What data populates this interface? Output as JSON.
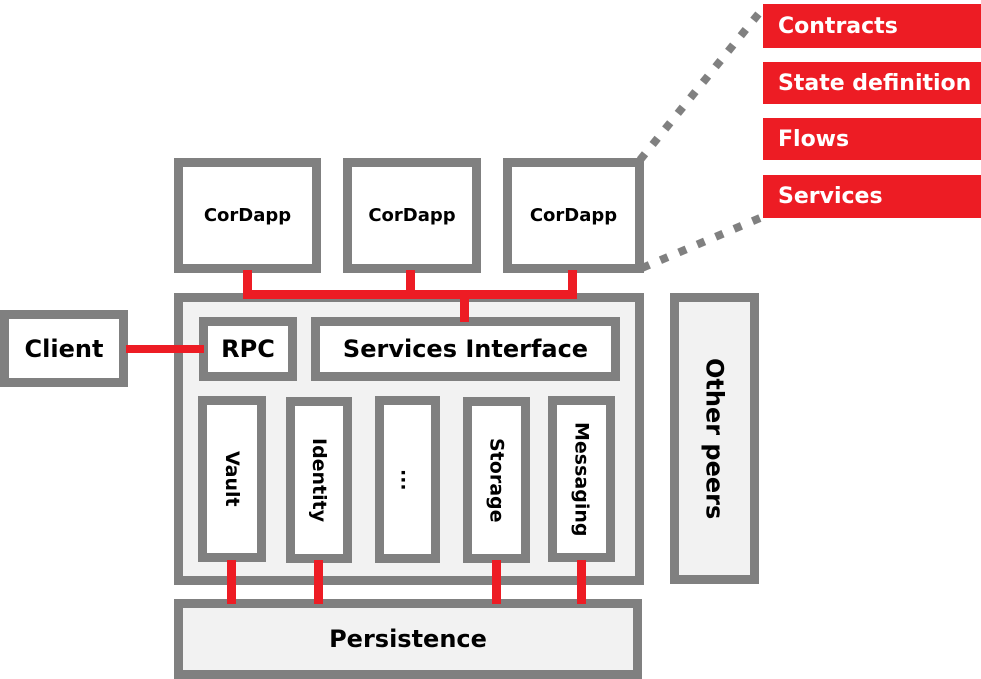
{
  "colors": {
    "accent": "#ed1c24",
    "border": "#808080",
    "fill": "#f2f2f2"
  },
  "cordapps": [
    "CorDapp",
    "CorDapp",
    "CorDapp"
  ],
  "cordapp_parts": [
    "Contracts",
    "State definition",
    "Flows",
    "Services"
  ],
  "client": "Client",
  "rpc": "RPC",
  "services_interface": "Services Interface",
  "services": [
    "Vault",
    "Identity",
    "...",
    "Storage",
    "Messaging"
  ],
  "other_peers": "Other peers",
  "persistence": "Persistence"
}
